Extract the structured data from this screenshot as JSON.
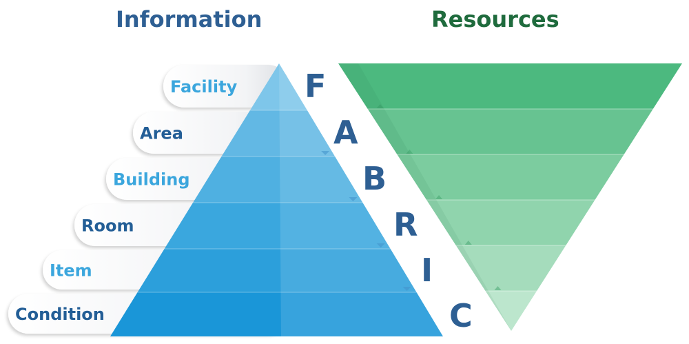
{
  "headings": {
    "information": "Information",
    "resources": "Resources"
  },
  "pyramid": {
    "levels": [
      {
        "label": "Facility",
        "label_color": "#3ba6dd"
      },
      {
        "label": "Area",
        "label_color": "#235e96"
      },
      {
        "label": "Building",
        "label_color": "#3ba6dd"
      },
      {
        "label": "Room",
        "label_color": "#235e96"
      },
      {
        "label": "Item",
        "label_color": "#3ba6dd"
      },
      {
        "label": "Condition",
        "label_color": "#235e96"
      }
    ],
    "band_colors": [
      "#7ec6ea",
      "#62b8e4",
      "#4fb0e1",
      "#3aa7de",
      "#2c9fdb",
      "#1a96d8"
    ]
  },
  "acronym": {
    "letters": [
      "F",
      "A",
      "B",
      "R",
      "I",
      "C"
    ],
    "color": "#2e5f93"
  },
  "resources_funnel": {
    "band_colors": [
      "#4cb97f",
      "#67c391",
      "#7ccc9f",
      "#90d4ad",
      "#a5dcbc",
      "#bce6cd"
    ]
  }
}
